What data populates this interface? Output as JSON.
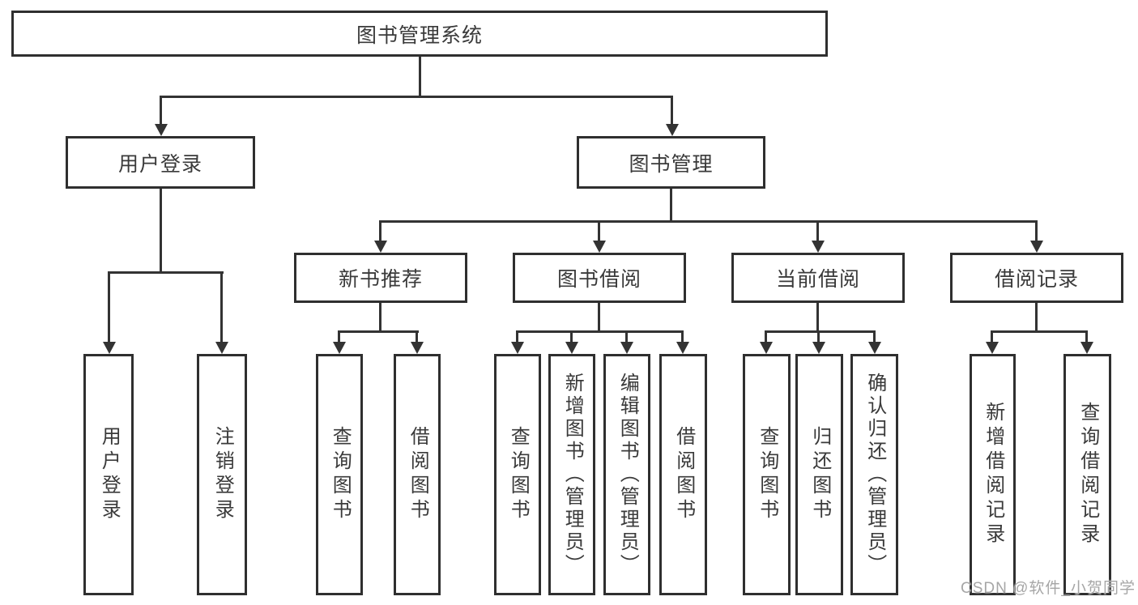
{
  "nodes": {
    "root": "图书管理系统",
    "user_login": "用户登录",
    "book_mgmt": "图书管理",
    "new_book": "新书推荐",
    "book_borrow": "图书借阅",
    "current_borrow": "当前借阅",
    "borrow_record": "借阅记录",
    "ul_leaves": [
      "用户登录",
      "注销登录"
    ],
    "nb_leaves": [
      "查询图书",
      "借阅图书"
    ],
    "bb_leaves": [
      "查询图书",
      "新增图书（管理员）",
      "编辑图书（管理员）",
      "借阅图书"
    ],
    "cb_leaves": [
      "查询图书",
      "归还图书",
      "确认归还（管理员）"
    ],
    "br_leaves": [
      "新增借阅记录",
      "查询借阅记录"
    ]
  },
  "colors": {
    "border": "#2f2f2f",
    "line": "#333333",
    "text": "#3a3a3a",
    "watermark": "#a6a6a6",
    "background": "#ffffff"
  },
  "watermark": "CSDN @软件_小贺同学"
}
